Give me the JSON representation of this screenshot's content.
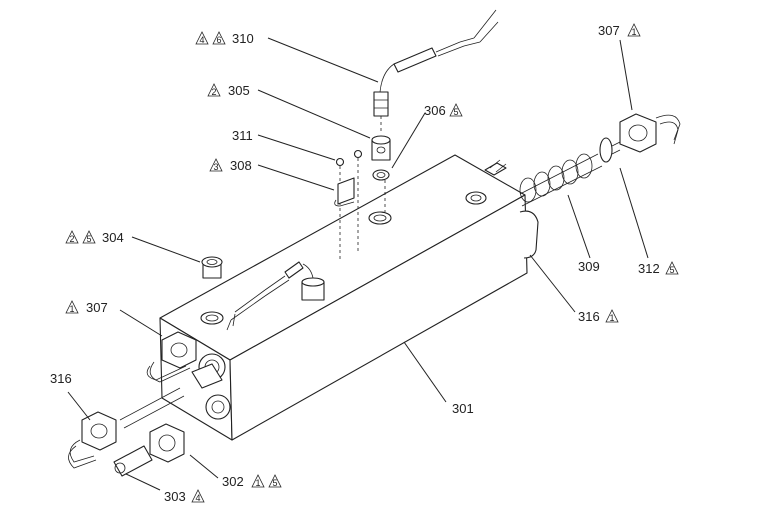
{
  "diagram": {
    "callouts": [
      {
        "id": "c310",
        "label": "310",
        "notes": [
          "4",
          "6"
        ]
      },
      {
        "id": "c305",
        "label": "305",
        "notes": [
          "2"
        ]
      },
      {
        "id": "c311",
        "label": "311",
        "notes": []
      },
      {
        "id": "c308",
        "label": "308",
        "notes": [
          "3"
        ]
      },
      {
        "id": "c306",
        "label": "306",
        "notes": [
          "5"
        ]
      },
      {
        "id": "c307t",
        "label": "307",
        "notes": [
          "1"
        ]
      },
      {
        "id": "c304",
        "label": "304",
        "notes": [
          "2",
          "5"
        ]
      },
      {
        "id": "c307l",
        "label": "307",
        "notes": [
          "1"
        ]
      },
      {
        "id": "c309",
        "label": "309",
        "notes": []
      },
      {
        "id": "c312",
        "label": "312",
        "notes": [
          "5"
        ]
      },
      {
        "id": "c316r",
        "label": "316",
        "notes": [
          "1"
        ]
      },
      {
        "id": "c316l",
        "label": "316",
        "notes": []
      },
      {
        "id": "c301",
        "label": "301",
        "notes": []
      },
      {
        "id": "c302",
        "label": "302",
        "notes": [
          "1",
          "5"
        ]
      },
      {
        "id": "c303",
        "label": "303",
        "notes": [
          "4"
        ]
      }
    ]
  }
}
